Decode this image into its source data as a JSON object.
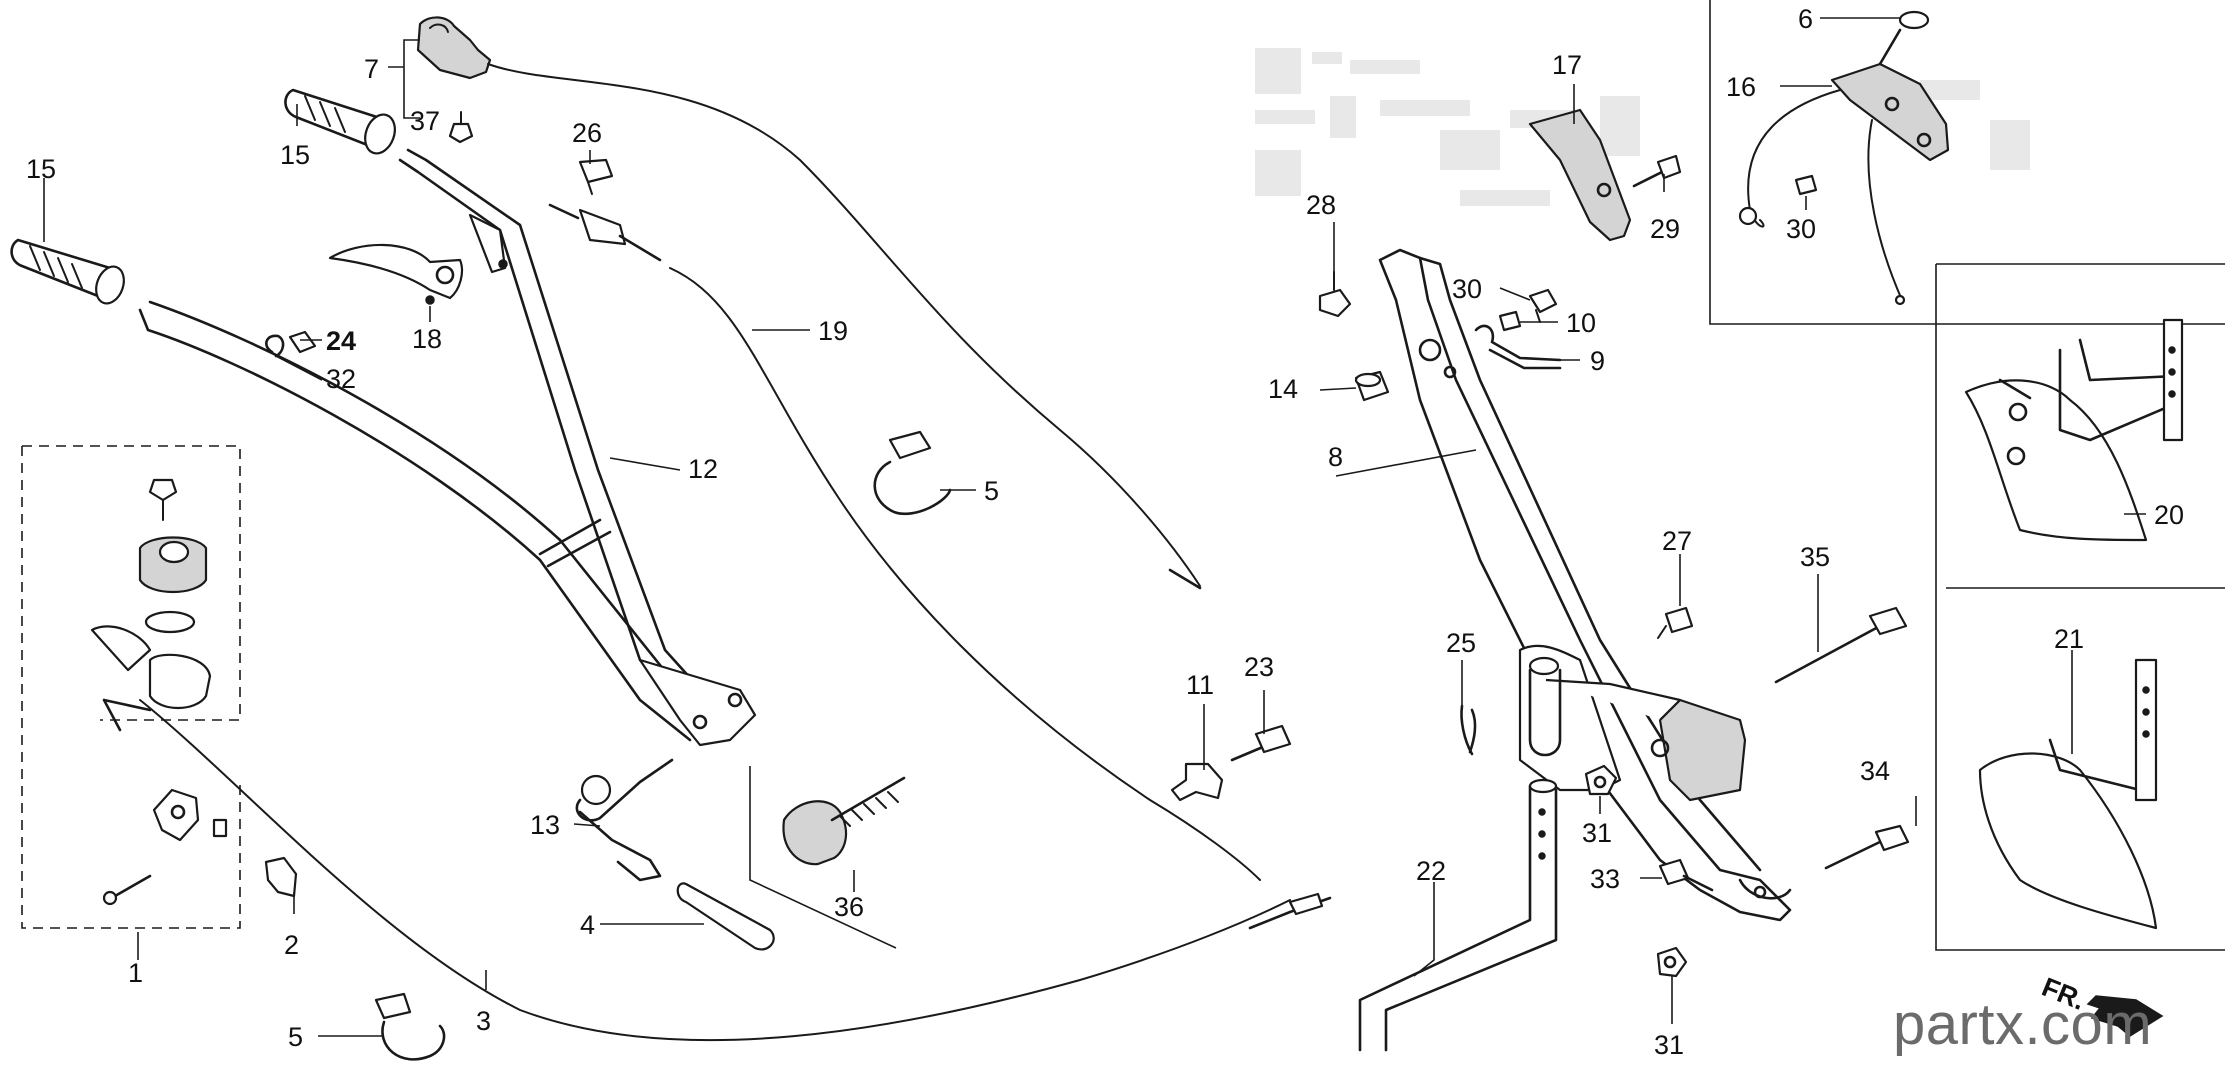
{
  "diagram": {
    "watermark": "partx.com",
    "direction_marker": "FR.",
    "callouts": [
      {
        "id": "c1",
        "label": "1"
      },
      {
        "id": "c2",
        "label": "2"
      },
      {
        "id": "c3",
        "label": "3"
      },
      {
        "id": "c4",
        "label": "4"
      },
      {
        "id": "c5a",
        "label": "5"
      },
      {
        "id": "c5b",
        "label": "5"
      },
      {
        "id": "c6",
        "label": "6"
      },
      {
        "id": "c7",
        "label": "7"
      },
      {
        "id": "c8",
        "label": "8"
      },
      {
        "id": "c9",
        "label": "9"
      },
      {
        "id": "c10",
        "label": "10"
      },
      {
        "id": "c11",
        "label": "11"
      },
      {
        "id": "c12",
        "label": "12"
      },
      {
        "id": "c13",
        "label": "13"
      },
      {
        "id": "c14",
        "label": "14"
      },
      {
        "id": "c15a",
        "label": "15"
      },
      {
        "id": "c15b",
        "label": "15"
      },
      {
        "id": "c16",
        "label": "16"
      },
      {
        "id": "c17",
        "label": "17"
      },
      {
        "id": "c18",
        "label": "18"
      },
      {
        "id": "c19",
        "label": "19"
      },
      {
        "id": "c20",
        "label": "20"
      },
      {
        "id": "c21",
        "label": "21"
      },
      {
        "id": "c22",
        "label": "22"
      },
      {
        "id": "c23",
        "label": "23"
      },
      {
        "id": "c24",
        "label": "24"
      },
      {
        "id": "c25",
        "label": "25"
      },
      {
        "id": "c26",
        "label": "26"
      },
      {
        "id": "c27",
        "label": "27"
      },
      {
        "id": "c28",
        "label": "28"
      },
      {
        "id": "c29",
        "label": "29"
      },
      {
        "id": "c30a",
        "label": "30"
      },
      {
        "id": "c30b",
        "label": "30"
      },
      {
        "id": "c31a",
        "label": "31"
      },
      {
        "id": "c31b",
        "label": "31"
      },
      {
        "id": "c32",
        "label": "32"
      },
      {
        "id": "c33",
        "label": "33"
      },
      {
        "id": "c34",
        "label": "34"
      },
      {
        "id": "c35",
        "label": "35"
      },
      {
        "id": "c36",
        "label": "36"
      },
      {
        "id": "c37",
        "label": "37"
      }
    ]
  }
}
